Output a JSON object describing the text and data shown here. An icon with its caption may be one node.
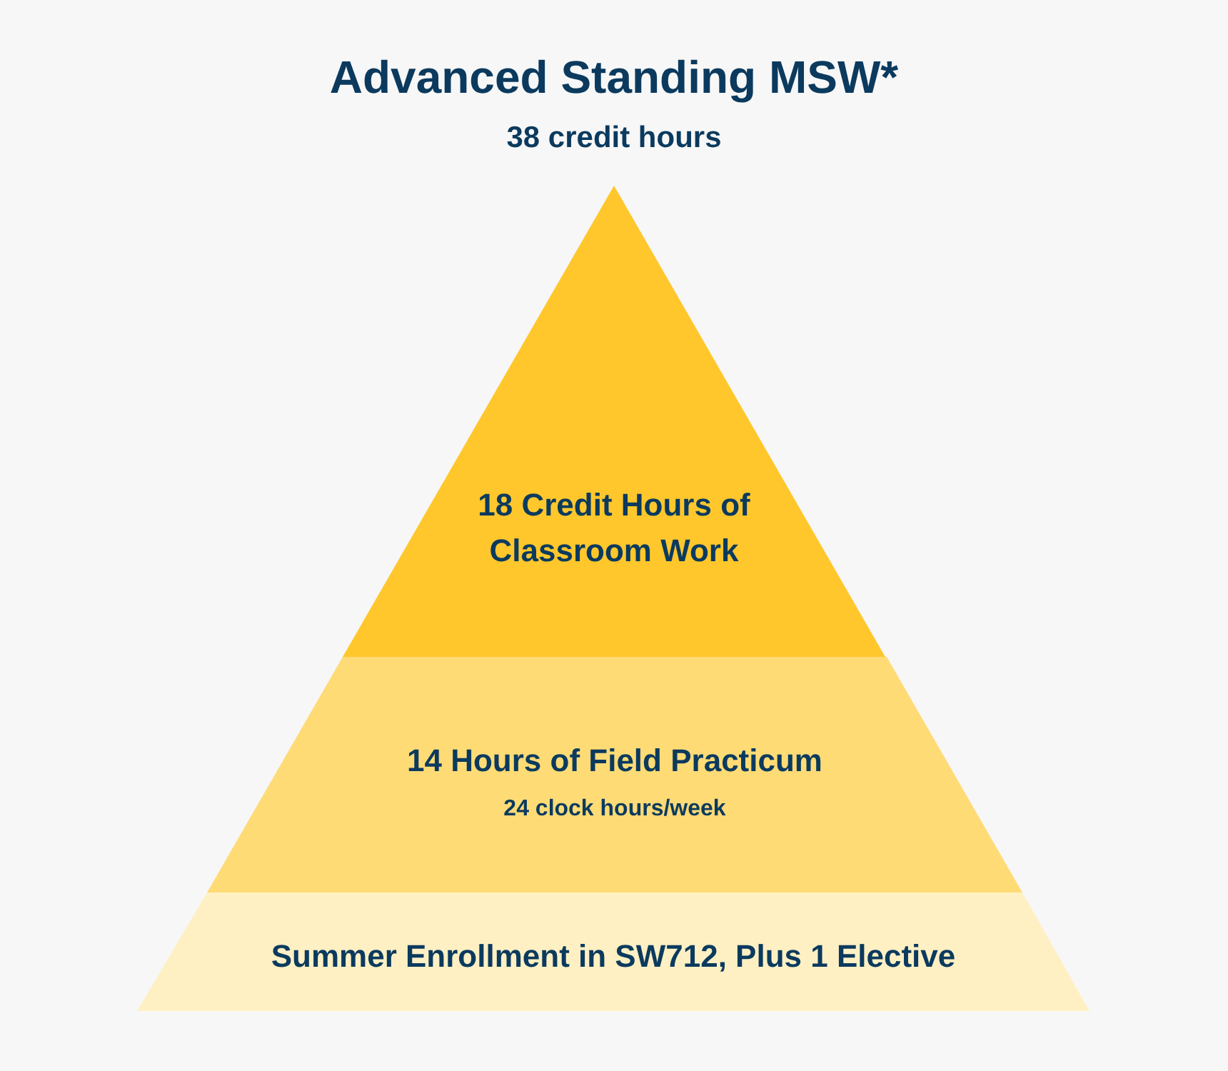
{
  "diagram": {
    "title": "Advanced Standing MSW*",
    "nodes": [
      {
        "text": [
          "18 Credit Hours of Classroom Work"
        ]
      },
      {
        "text": [
          "14 Hours of Field Practicum",
          "24 clock hours/week"
        ]
      },
      {
        "text": [
          "Summer Enrollment in SW712, Plus 1 Elective"
        ]
      }
    ],
    "labels": [
      "38 credit hours"
    ]
  }
}
